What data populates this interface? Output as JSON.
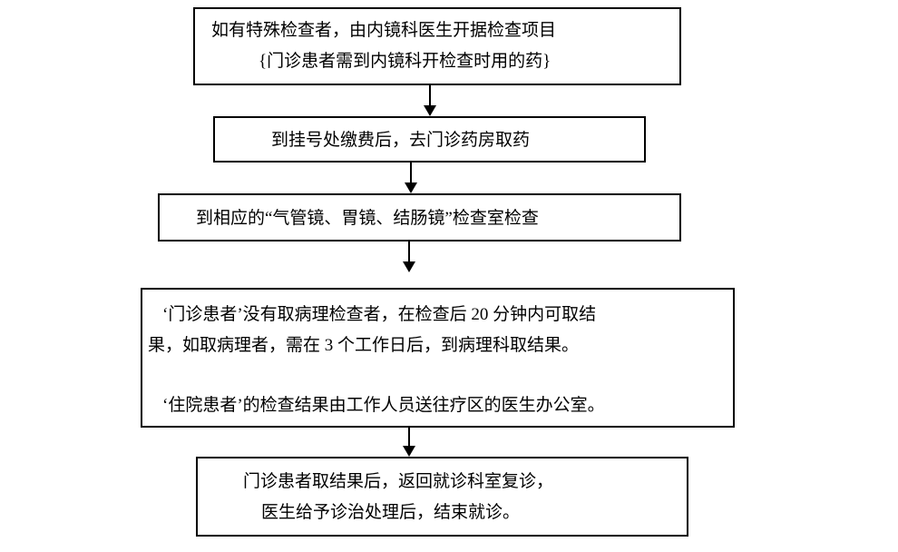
{
  "steps": [
    {
      "lines": [
        "如有特殊检查者，由内镜科医生开据检查项目",
        "{门诊患者需到内镜科开检查时用的药}"
      ]
    },
    {
      "lines": [
        "到挂号处缴费后，去门诊药房取药"
      ]
    },
    {
      "lines": [
        "到相应的“气管镜、胃镜、结肠镜”检查室检查"
      ]
    },
    {
      "lines": [
        "‘门诊患者’没有取病理检查者，在检查后 20 分钟内可取结",
        "果，如取病理者，需在 3 个工作日后，到病理科取结果。",
        "‘住院患者’的检查结果由工作人员送往疗区的医生办公室。"
      ]
    },
    {
      "lines": [
        "门诊患者取结果后，返回就诊科室复诊，",
        "医生给予诊治处理后，结束就诊。"
      ]
    }
  ]
}
